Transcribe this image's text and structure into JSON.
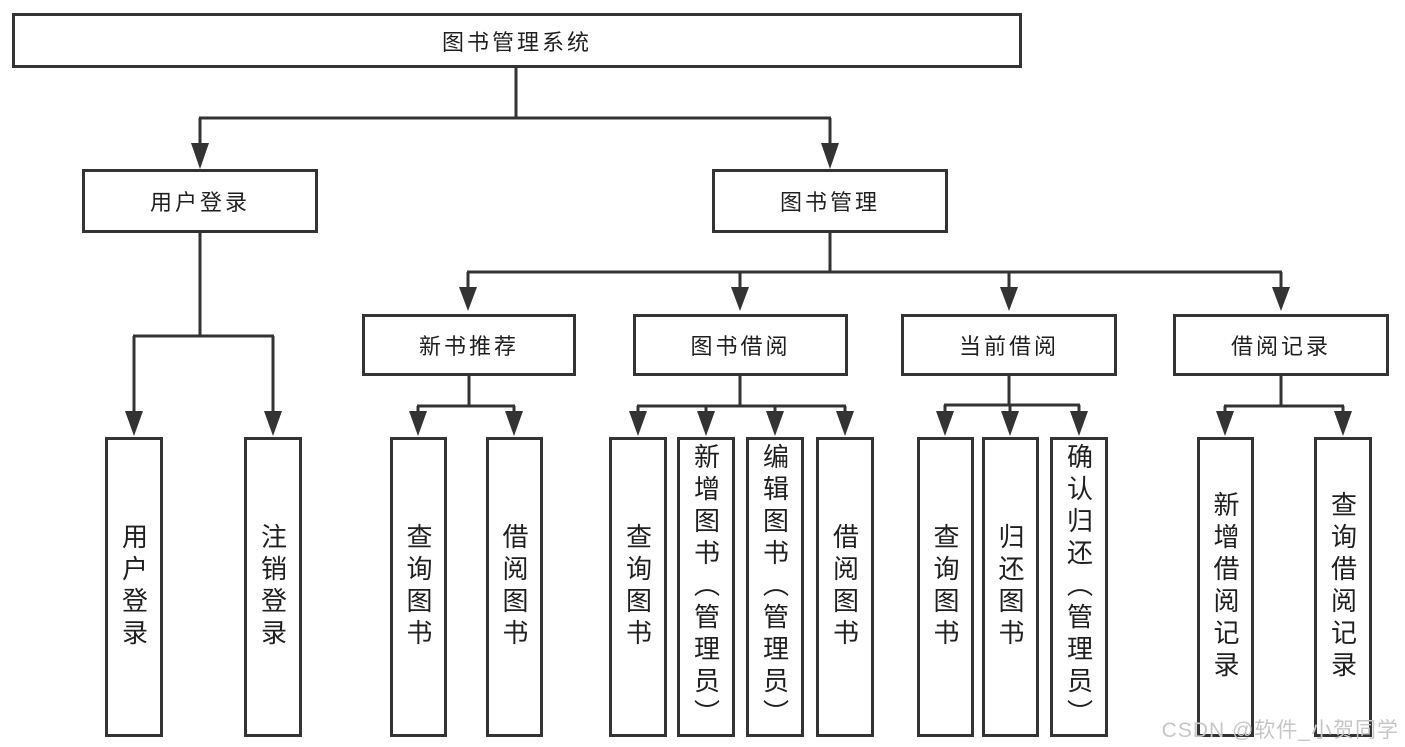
{
  "colors": {
    "line": "#333333",
    "text": "#1f1f1f",
    "watermark": "#c6c6c6",
    "background": "#ffffff"
  },
  "watermark": "CSDN @软件_小贺同学",
  "nodes": {
    "root": "图书管理系统",
    "user_login": "用户登录",
    "book_management": "图书管理",
    "new_book_recommend": "新书推荐",
    "book_borrowing": "图书借阅",
    "current_borrowing": "当前借阅",
    "borrowing_records": "借阅记录",
    "user_login_leaf": "用户登录",
    "logout": "注销登录",
    "nb_query_books": "查询图书",
    "nb_borrow_books": "借阅图书",
    "bb_query_books": "查询图书",
    "bb_add_books": "新增图书（管理员）",
    "bb_edit_books": "编辑图书（管理员）",
    "bb_borrow_books": "借阅图书",
    "cb_query_books": "查询图书",
    "cb_return_books": "归还图书",
    "cb_confirm_return": "确认归还（管理员）",
    "br_add_record": "新增借阅记录",
    "br_query_record": "查询借阅记录"
  },
  "hierarchy": {
    "root": [
      "user_login",
      "book_management"
    ],
    "user_login": [
      "user_login_leaf",
      "logout"
    ],
    "book_management": [
      "new_book_recommend",
      "book_borrowing",
      "current_borrowing",
      "borrowing_records"
    ],
    "new_book_recommend": [
      "nb_query_books",
      "nb_borrow_books"
    ],
    "book_borrowing": [
      "bb_query_books",
      "bb_add_books",
      "bb_edit_books",
      "bb_borrow_books"
    ],
    "current_borrowing": [
      "cb_query_books",
      "cb_return_books",
      "cb_confirm_return"
    ],
    "borrowing_records": [
      "br_add_record",
      "br_query_record"
    ]
  }
}
